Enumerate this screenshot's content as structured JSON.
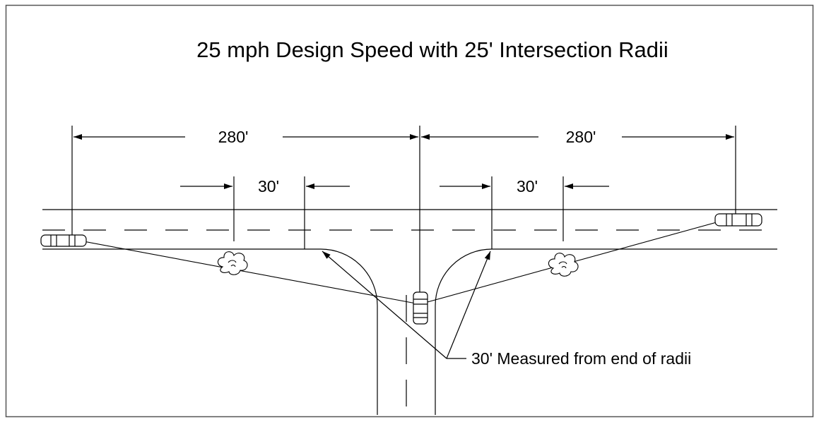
{
  "title": "25 mph Design Speed with 25' Intersection Radii",
  "dimensions": {
    "left_sight_distance": "280'",
    "right_sight_distance": "280'",
    "left_setback": "30'",
    "right_setback": "30'"
  },
  "callout": "30' Measured from end of radii",
  "colors": {
    "line": "#000000",
    "frame": "#555555",
    "background": "#ffffff"
  }
}
